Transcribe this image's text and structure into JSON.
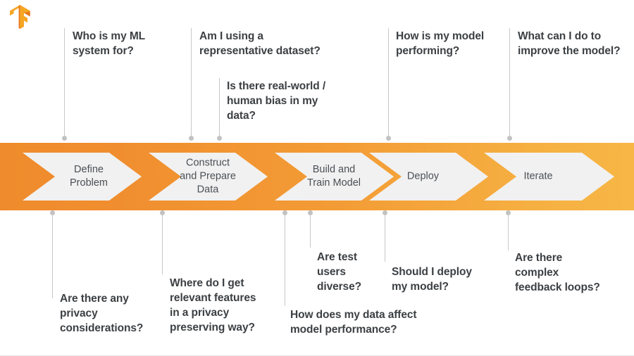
{
  "logo": {
    "name": "tensorflow-logo",
    "colors": {
      "light": "#F5A623",
      "dark": "#E8771A"
    }
  },
  "theme": {
    "band_left_color": "#EF8B2C",
    "band_right_color": "#F7B645",
    "chevron_fill": "#F1F1F1",
    "text_color": "#3C4043",
    "connector_color": "#C8C8C8"
  },
  "pipeline": {
    "name": "ml-lifecycle-pipeline",
    "stages": [
      {
        "id": "define-problem",
        "label": "Define\nProblem"
      },
      {
        "id": "construct-prepare-data",
        "label": "Construct\nand Prepare\nData"
      },
      {
        "id": "build-train-model",
        "label": "Build and\nTrain Model"
      },
      {
        "id": "deploy",
        "label": "Deploy"
      },
      {
        "id": "iterate",
        "label": "Iterate"
      }
    ]
  },
  "questions_above": [
    {
      "id": "who-is-my-ml-system-for",
      "text": "Who is my ML\nsystem for?"
    },
    {
      "id": "am-i-using-representative-dataset",
      "text": "Am I using a\nrepresentative dataset?"
    },
    {
      "id": "is-there-real-world-human-bias",
      "text": "Is there real-world /\nhuman bias in my\ndata?"
    },
    {
      "id": "how-is-my-model-performing",
      "text": "How is my model\nperforming?"
    },
    {
      "id": "what-can-i-do-to-improve",
      "text": "What can I do to\nimprove the model?"
    }
  ],
  "questions_below": [
    {
      "id": "are-there-any-privacy-considerations",
      "text": "Are there any\nprivacy\nconsiderations?"
    },
    {
      "id": "where-do-i-get-relevant-features",
      "text": "Where do I get\nrelevant features\nin a privacy\npreserving way?"
    },
    {
      "id": "how-does-my-data-affect-model-performance",
      "text": "How does my data affect\nmodel performance?"
    },
    {
      "id": "are-test-users-diverse",
      "text": "Are test\nusers\ndiverse?"
    },
    {
      "id": "should-i-deploy-my-model",
      "text": "Should I deploy\nmy model?"
    },
    {
      "id": "are-there-complex-feedback-loops",
      "text": "Are there\ncomplex\nfeedback loops?"
    }
  ]
}
